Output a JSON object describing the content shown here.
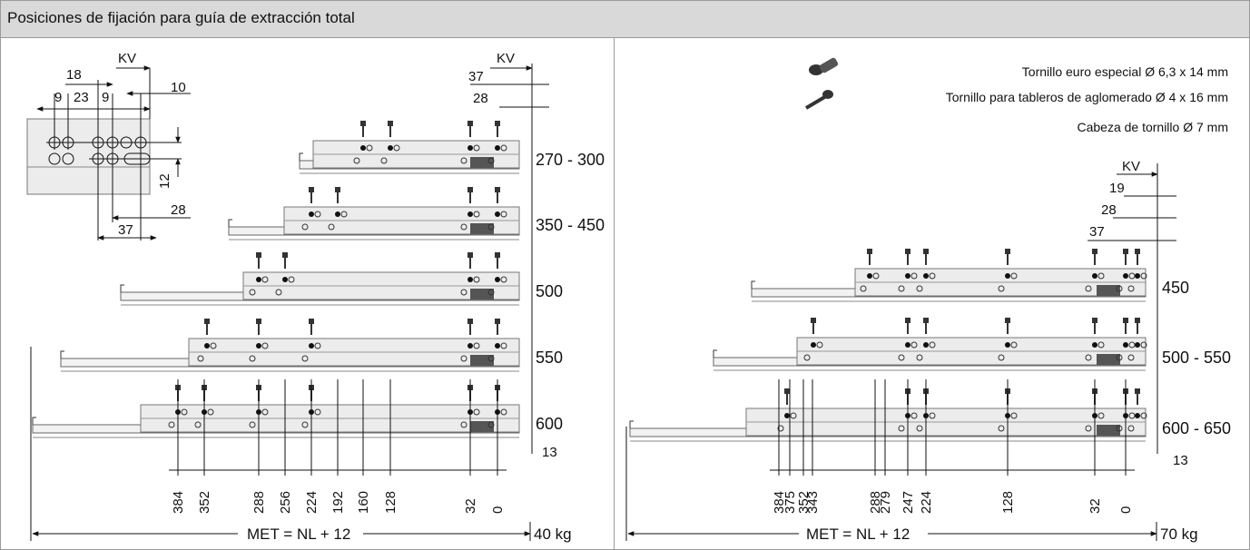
{
  "header": {
    "title": "Posiciones de fijación para guía de extracción total"
  },
  "legend": {
    "screw_euro": "Tornillo euro especial Ø 6,3 x 14 mm",
    "screw_chipboard": "Tornillo para tableros de aglomerado Ø 4 x 16 mm",
    "screw_head": "Cabeza de tornillo Ø 7 mm"
  },
  "left_panel": {
    "detail": {
      "kv": "KV",
      "d18": "18",
      "d9a": "9",
      "d23": "23",
      "d9b": "9",
      "d10": "10",
      "d12": "12",
      "d28": "28",
      "d37": "37"
    },
    "top_dims": {
      "kv": "KV",
      "d37": "37",
      "d28": "28"
    },
    "sizes": [
      "270 - 300",
      "350 - 450",
      "500",
      "550",
      "600"
    ],
    "bottom_dims": [
      "384",
      "352",
      "288",
      "256",
      "224",
      "192",
      "160",
      "128",
      "32",
      "0"
    ],
    "dim_13": "13",
    "met": "MET = NL + 12",
    "load": "40 kg"
  },
  "right_panel": {
    "top_dims": {
      "kv": "KV",
      "d19": "19",
      "d28": "28",
      "d37": "37"
    },
    "sizes": [
      "450",
      "500 - 550",
      "600 - 650"
    ],
    "bottom_dims": [
      "384",
      "375",
      "352",
      "343",
      "288",
      "279",
      "247",
      "224",
      "128",
      "32",
      "0"
    ],
    "dim_13": "13",
    "met": "MET = NL + 12",
    "load": "70 kg"
  }
}
